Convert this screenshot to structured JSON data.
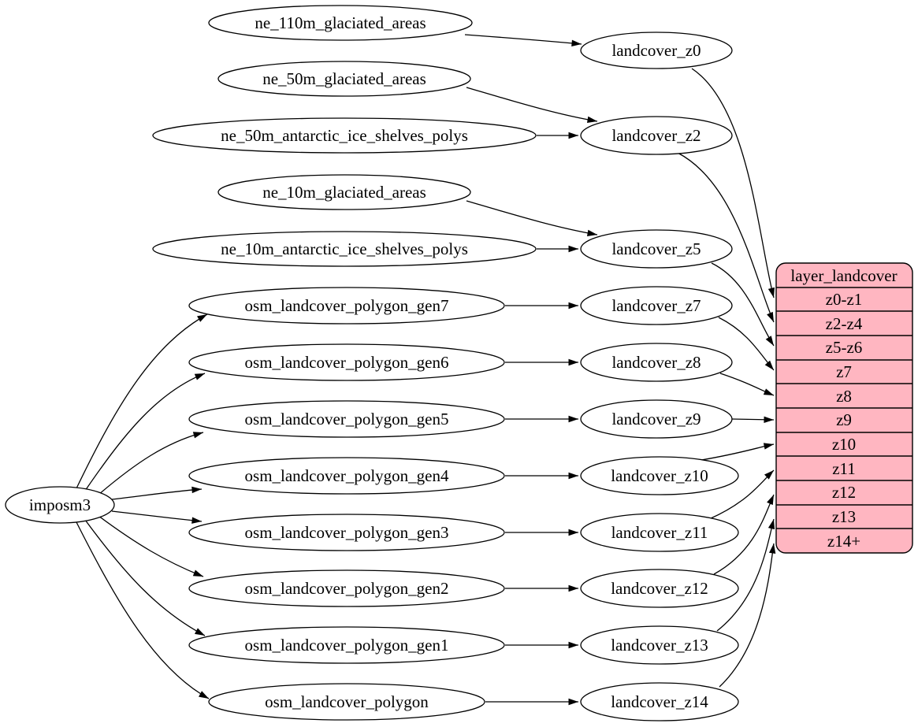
{
  "diagram": {
    "type": "directed-graph",
    "direction": "left-to-right",
    "colors": {
      "background": "#ffffff",
      "node_fill": "#ffffff",
      "node_stroke": "#000000",
      "edge": "#000000",
      "record_fill": "#ffb6c1",
      "text": "#000000"
    },
    "nodes": {
      "imposm3": {
        "label": "imposm3",
        "shape": "ellipse"
      },
      "ne_110m_glaciated_areas": {
        "label": "ne_110m_glaciated_areas",
        "shape": "ellipse"
      },
      "ne_50m_glaciated_areas": {
        "label": "ne_50m_glaciated_areas",
        "shape": "ellipse"
      },
      "ne_50m_antarctic_ice_shelves_polys": {
        "label": "ne_50m_antarctic_ice_shelves_polys",
        "shape": "ellipse"
      },
      "ne_10m_glaciated_areas": {
        "label": "ne_10m_glaciated_areas",
        "shape": "ellipse"
      },
      "ne_10m_antarctic_ice_shelves_polys": {
        "label": "ne_10m_antarctic_ice_shelves_polys",
        "shape": "ellipse"
      },
      "osm_landcover_polygon_gen7": {
        "label": "osm_landcover_polygon_gen7",
        "shape": "ellipse"
      },
      "osm_landcover_polygon_gen6": {
        "label": "osm_landcover_polygon_gen6",
        "shape": "ellipse"
      },
      "osm_landcover_polygon_gen5": {
        "label": "osm_landcover_polygon_gen5",
        "shape": "ellipse"
      },
      "osm_landcover_polygon_gen4": {
        "label": "osm_landcover_polygon_gen4",
        "shape": "ellipse"
      },
      "osm_landcover_polygon_gen3": {
        "label": "osm_landcover_polygon_gen3",
        "shape": "ellipse"
      },
      "osm_landcover_polygon_gen2": {
        "label": "osm_landcover_polygon_gen2",
        "shape": "ellipse"
      },
      "osm_landcover_polygon_gen1": {
        "label": "osm_landcover_polygon_gen1",
        "shape": "ellipse"
      },
      "osm_landcover_polygon": {
        "label": "osm_landcover_polygon",
        "shape": "ellipse"
      },
      "landcover_z0": {
        "label": "landcover_z0",
        "shape": "ellipse"
      },
      "landcover_z2": {
        "label": "landcover_z2",
        "shape": "ellipse"
      },
      "landcover_z5": {
        "label": "landcover_z5",
        "shape": "ellipse"
      },
      "landcover_z7": {
        "label": "landcover_z7",
        "shape": "ellipse"
      },
      "landcover_z8": {
        "label": "landcover_z8",
        "shape": "ellipse"
      },
      "landcover_z9": {
        "label": "landcover_z9",
        "shape": "ellipse"
      },
      "landcover_z10": {
        "label": "landcover_z10",
        "shape": "ellipse"
      },
      "landcover_z11": {
        "label": "landcover_z11",
        "shape": "ellipse"
      },
      "landcover_z12": {
        "label": "landcover_z12",
        "shape": "ellipse"
      },
      "landcover_z13": {
        "label": "landcover_z13",
        "shape": "ellipse"
      },
      "landcover_z14": {
        "label": "landcover_z14",
        "shape": "ellipse"
      }
    },
    "record": {
      "title": "layer_landcover",
      "rows": [
        "z0-z1",
        "z2-z4",
        "z5-z6",
        "z7",
        "z8",
        "z9",
        "z10",
        "z11",
        "z12",
        "z13",
        "z14+"
      ]
    },
    "edges": [
      {
        "from": "ne_110m_glaciated_areas",
        "to": "landcover_z0"
      },
      {
        "from": "ne_50m_glaciated_areas",
        "to": "landcover_z2"
      },
      {
        "from": "ne_50m_antarctic_ice_shelves_polys",
        "to": "landcover_z2"
      },
      {
        "from": "ne_10m_glaciated_areas",
        "to": "landcover_z5"
      },
      {
        "from": "ne_10m_antarctic_ice_shelves_polys",
        "to": "landcover_z5"
      },
      {
        "from": "imposm3",
        "to": "osm_landcover_polygon_gen7"
      },
      {
        "from": "imposm3",
        "to": "osm_landcover_polygon_gen6"
      },
      {
        "from": "imposm3",
        "to": "osm_landcover_polygon_gen5"
      },
      {
        "from": "imposm3",
        "to": "osm_landcover_polygon_gen4"
      },
      {
        "from": "imposm3",
        "to": "osm_landcover_polygon_gen3"
      },
      {
        "from": "imposm3",
        "to": "osm_landcover_polygon_gen2"
      },
      {
        "from": "imposm3",
        "to": "osm_landcover_polygon_gen1"
      },
      {
        "from": "imposm3",
        "to": "osm_landcover_polygon"
      },
      {
        "from": "osm_landcover_polygon_gen7",
        "to": "landcover_z7"
      },
      {
        "from": "osm_landcover_polygon_gen6",
        "to": "landcover_z8"
      },
      {
        "from": "osm_landcover_polygon_gen5",
        "to": "landcover_z9"
      },
      {
        "from": "osm_landcover_polygon_gen4",
        "to": "landcover_z10"
      },
      {
        "from": "osm_landcover_polygon_gen3",
        "to": "landcover_z11"
      },
      {
        "from": "osm_landcover_polygon_gen2",
        "to": "landcover_z12"
      },
      {
        "from": "osm_landcover_polygon_gen1",
        "to": "landcover_z13"
      },
      {
        "from": "osm_landcover_polygon",
        "to": "landcover_z14"
      },
      {
        "from": "landcover_z0",
        "to": "layer_landcover:z0-z1"
      },
      {
        "from": "landcover_z2",
        "to": "layer_landcover:z2-z4"
      },
      {
        "from": "landcover_z5",
        "to": "layer_landcover:z5-z6"
      },
      {
        "from": "landcover_z7",
        "to": "layer_landcover:z7"
      },
      {
        "from": "landcover_z8",
        "to": "layer_landcover:z8"
      },
      {
        "from": "landcover_z9",
        "to": "layer_landcover:z9"
      },
      {
        "from": "landcover_z10",
        "to": "layer_landcover:z10"
      },
      {
        "from": "landcover_z11",
        "to": "layer_landcover:z11"
      },
      {
        "from": "landcover_z12",
        "to": "layer_landcover:z12"
      },
      {
        "from": "landcover_z13",
        "to": "layer_landcover:z13"
      },
      {
        "from": "landcover_z14",
        "to": "layer_landcover:z14+"
      }
    ]
  }
}
